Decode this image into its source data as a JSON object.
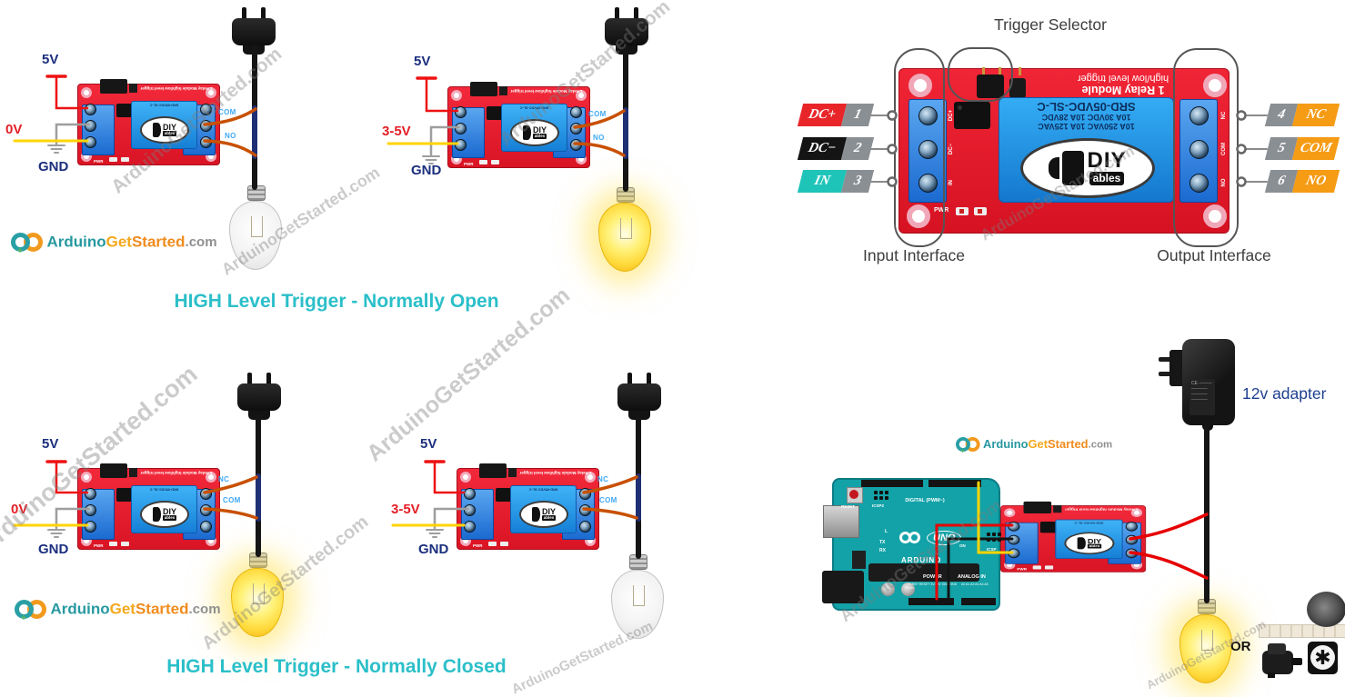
{
  "watermark": "ArduinoGetStarted.com",
  "brand_logo": {
    "arduino": "Arduino",
    "get": "Get",
    "started": "Started",
    "tld": ".com",
    "plus": "+"
  },
  "section_titles": {
    "normally_open": "HIGH Level Trigger - Normally Open",
    "normally_closed": "HIGH Level Trigger - Normally Closed"
  },
  "colors": {
    "title_teal": "#2bbfc9",
    "label_navy": "#1b2f7e",
    "label_red": "#e41e26",
    "contact_blue": "#3fa9f5",
    "wire_red": "#ee1111",
    "wire_yellow": "#ffd400",
    "wire_gray": "#9e9e9e",
    "wire_orange": "#c85000",
    "board_red": "#e81c2c",
    "terminal_blue": "#2f80e0",
    "tag_orange": "#f59b14",
    "tag_gray": "#8a8f94",
    "tag_red": "#e8262a",
    "tag_black": "#141414",
    "tag_teal": "#1fc4b9"
  },
  "wiring_diagrams": [
    {
      "supply_label": "5V",
      "control_label": "0V",
      "ground_label": "GND",
      "terminal_top": "COM",
      "terminal_bottom": "NO",
      "bulb_state": "off"
    },
    {
      "supply_label": "5V",
      "control_label": "3-5V",
      "ground_label": "GND",
      "terminal_top": "COM",
      "terminal_bottom": "NO",
      "bulb_state": "on"
    },
    {
      "supply_label": "5V",
      "control_label": "0V",
      "ground_label": "GND",
      "terminal_top": "NC",
      "terminal_bottom": "COM",
      "bulb_state": "on"
    },
    {
      "supply_label": "5V",
      "control_label": "3-5V",
      "ground_label": "GND",
      "terminal_top": "NC",
      "terminal_bottom": "COM",
      "bulb_state": "off"
    }
  ],
  "module": {
    "silkscreen_line1": "1 Relay Module",
    "silkscreen_line2": "high/low level trigger",
    "relay_model": "SRD-05VDC-SL-C",
    "relay_rating1": "10A 30VDC 10A 28VDC",
    "relay_rating2": "10A 250VAC 10A 125VAC",
    "brand_top": "DIY",
    "brand_bottom": "ables",
    "pwr": "PWR"
  },
  "pinout": {
    "title": "Trigger Selector",
    "input_label": "Input Interface",
    "output_label": "Output Interface",
    "left_pins": [
      {
        "name": "DC+",
        "number": "1"
      },
      {
        "name": "DC−",
        "number": "2"
      },
      {
        "name": "IN",
        "number": "3"
      }
    ],
    "right_pins": [
      {
        "number": "4",
        "name": "NC"
      },
      {
        "number": "5",
        "name": "COM"
      },
      {
        "number": "6",
        "name": "NO"
      }
    ],
    "board_side_left": [
      "DC+",
      "DC−",
      "IN"
    ],
    "board_side_right": [
      "NC",
      "COM",
      "NO"
    ]
  },
  "arduino_circuit": {
    "adapter_label": "12v adapter",
    "or_label": "OR",
    "board": {
      "digital": "DIGITAL (PWM~)",
      "brand": "ARDUINO",
      "model": "UNO",
      "power": "POWER",
      "analog": "ANALOG IN",
      "reset": "RESET",
      "icsp": "ICSP",
      "icsp2": "ICSP2",
      "tx": "TX",
      "rx": "RX",
      "l": "L",
      "on": "ON",
      "power_pins": "IOREF RESET 3V3 5V GND GND VIN",
      "analog_pins": "A0 A1 A2 A3 A4 A5"
    }
  }
}
